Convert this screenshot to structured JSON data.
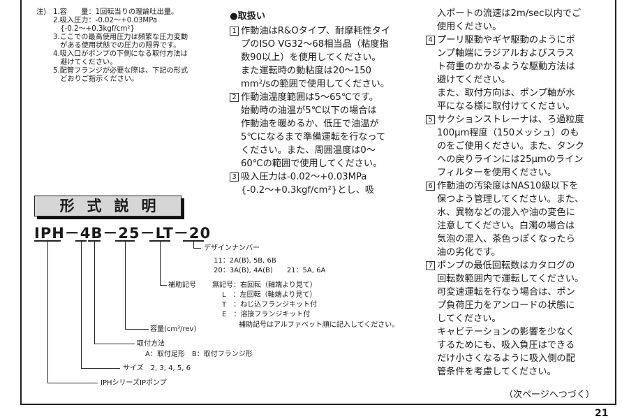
{
  "notes": {
    "label": "注)",
    "items": [
      {
        "lines": [
          "1.容　　量：1回転当りの理論吐出量。"
        ]
      },
      {
        "lines": [
          "2.吸入圧力：-0.02～+0.03MPa",
          "　{-0.2～+0.3kgf/cm²}"
        ]
      },
      {
        "lines": [
          "3.ここでの最高使用圧力は頻繁な圧力変動",
          "　がある使用状態での圧力の限界です。"
        ]
      },
      {
        "lines": [
          "4.吸入口がポンプの下側になる取付方法は",
          "　避けてください。"
        ]
      },
      {
        "lines": [
          "5.配管フランジが必要な際は、下記の形式",
          "　どおりご指示ください。"
        ]
      }
    ]
  },
  "handling": {
    "heading": "●取扱い",
    "items": [
      {
        "num": "1",
        "lines": [
          "作動油はR&Oタイプ、耐摩耗性タイ",
          "プのISO VG32～68相当品（粘度指",
          "数90以上）を使用してください。"
        ]
      },
      {
        "num": "",
        "lines": [
          "また運転時の動粘度は20～150",
          "mm²/sの範囲で使用してください。"
        ]
      },
      {
        "num": "2",
        "lines": [
          "作動油温度範囲は5～65℃です。",
          "始動時の油温が5℃以下の場合は",
          "作動油を暖めるか、低圧で油温が",
          "5℃になるまで準備運転を行なって",
          "ください。また、周囲温度は0～",
          "60℃の範囲で使用してください。"
        ]
      },
      {
        "num": "3",
        "lines": [
          "吸入圧力は-0.02～+0.03MPa",
          "{-0.2～+0.3kgf/cm²}とし、吸"
        ]
      }
    ]
  },
  "handling_cont": {
    "items": [
      {
        "num": "",
        "lines": [
          "入ポートの流速は2m/sec以内でご",
          "使用ください。"
        ]
      },
      {
        "num": "4",
        "lines": [
          "プーリ駆動やギヤ駆動のようにポ",
          "ンプ軸端にラジアルおよびスラス",
          "ト荷重のかかるような駆動方法は",
          "避けてください。",
          "また、取付方向は、ポンプ軸が水",
          "平になる様に取付けてください。"
        ]
      },
      {
        "num": "5",
        "lines": [
          "サクションストレーナは、ろ過粒度",
          "100μm程度（150メッシュ）のも",
          "のをご使用ください。また、タンク",
          "への戻りラインには25μmのライン",
          "フィルターを使用ください。"
        ]
      },
      {
        "num": "6",
        "lines": [
          "作動油の汚染度はNAS10級以下を",
          "保つよう管理してください。また、",
          "水、異物などの混入や油の変色に",
          "注意してください。白濁の場合は",
          "気泡の混入、茶色っぽくなったら",
          "油の劣化です。"
        ]
      },
      {
        "num": "7",
        "lines": [
          "ポンプの最低回転数はカタログの",
          "回転数範囲内で運転してください。",
          "可変速運転を行なう場合は、ポン",
          "プ負荷圧力をアンロードの状態に",
          "してください。",
          "キャビテーションの影響を少なく",
          "するためにも、吸入負圧はできる",
          "だけ小さくなるように吸入側の配",
          "管条件を考慮してください。"
        ]
      }
    ]
  },
  "model_section": {
    "title": "形式説明",
    "model_code": "IPH－4B－25－LT－20",
    "design_number": {
      "label": "デザインナンバー",
      "line1": "11：2A(B), 5B, 6B",
      "line2": "20：3A(B), 4A(B)　　21：5A, 6A"
    },
    "aux": {
      "label": "補助記号",
      "lines": [
        "無記号：右回転（軸端より見て）",
        "L　：左回転（軸端より見て）",
        "T　：ねじ込フランジキット付",
        "E　：溶接フランジキット付",
        "補助記号はアルファベット順に記入してください。"
      ]
    },
    "capacity": "容量(cm³/rev)",
    "mounting": {
      "label": "取付方法",
      "detail": "A：取付足形　B：取付フランジ形"
    },
    "size": "サイズ　2, 3, 4, 5, 6",
    "series": "IPHシリーズIPポンプ"
  },
  "continued": "（次ページへつづく）",
  "page_number": "21"
}
